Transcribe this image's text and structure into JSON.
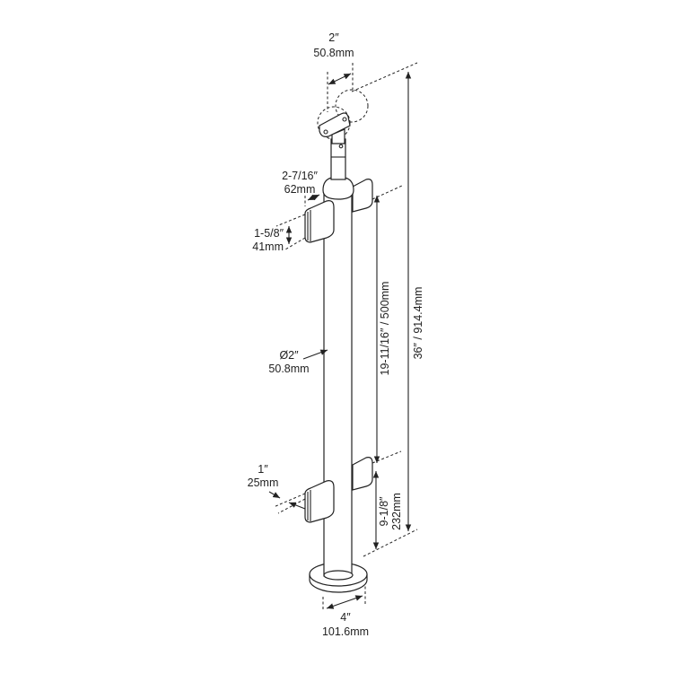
{
  "dimensions": {
    "saddle_width": {
      "imperial": "2″",
      "metric": "50.8mm"
    },
    "clamp_depth": {
      "imperial": "2-7/16″",
      "metric": "62mm"
    },
    "clamp_height": {
      "imperial": "1-5/8″",
      "metric": "41mm"
    },
    "post_diameter": {
      "imperial": "Ø2″",
      "metric": "50.8mm"
    },
    "glass_gap": {
      "imperial": "1″",
      "metric": "25mm"
    },
    "base_diameter": {
      "imperial": "4″",
      "metric": "101.6mm"
    },
    "clamp_spacing": {
      "label": "19-11/16″ / 500mm"
    },
    "bottom_clamp_height": {
      "imperial": "9-1/8″",
      "metric": "232mm"
    },
    "total_height": {
      "label": "36″ / 914.4mm"
    }
  }
}
